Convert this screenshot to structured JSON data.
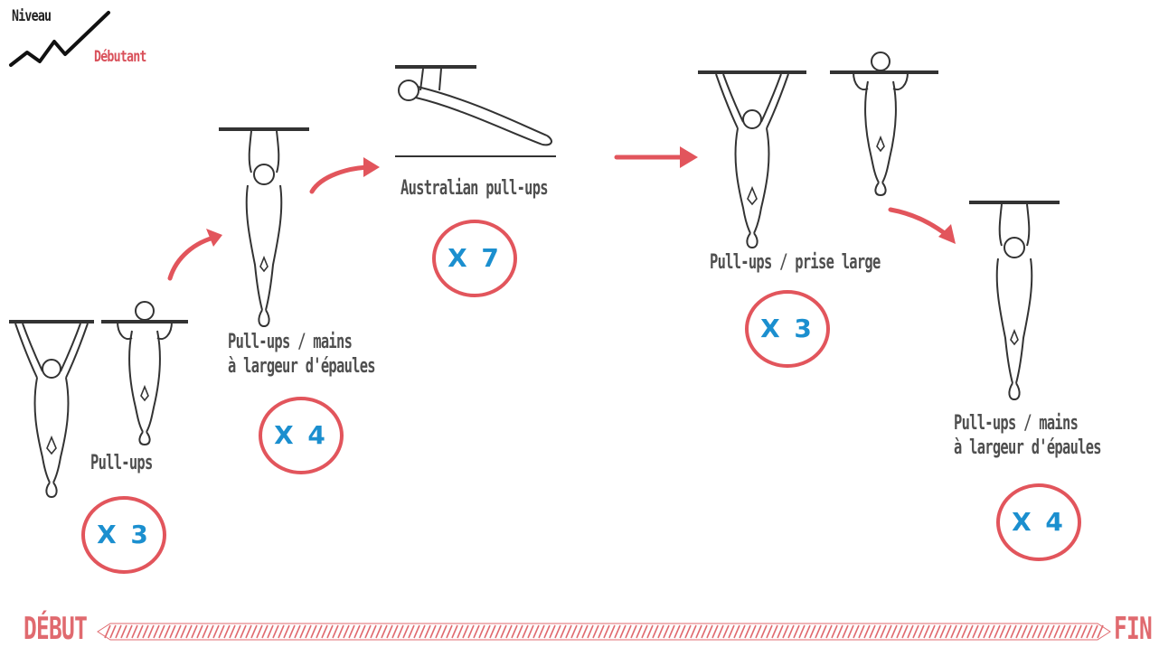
{
  "level": {
    "word1": "Niveau",
    "word2": "Débutant",
    "accent": "#d9505a"
  },
  "steps": [
    {
      "label": "Pull-ups",
      "reps": "X 3"
    },
    {
      "label_line1": "Pull-ups / mains",
      "label_line2": "à largeur d'épaules",
      "reps": "X 4"
    },
    {
      "label": "Australian pull-ups",
      "reps": "X 7"
    },
    {
      "label": "Pull-ups / prise large",
      "reps": "X 3"
    },
    {
      "label_line1": "Pull-ups / mains",
      "label_line2": "à largeur d'épaules",
      "reps": "X 4"
    }
  ],
  "timeline": {
    "start": "DÉBUT",
    "end": "FIN"
  },
  "colors": {
    "arrow": "#e2555c",
    "reps_text": "#1b8fcf",
    "label_text": "#4f4f4f"
  }
}
